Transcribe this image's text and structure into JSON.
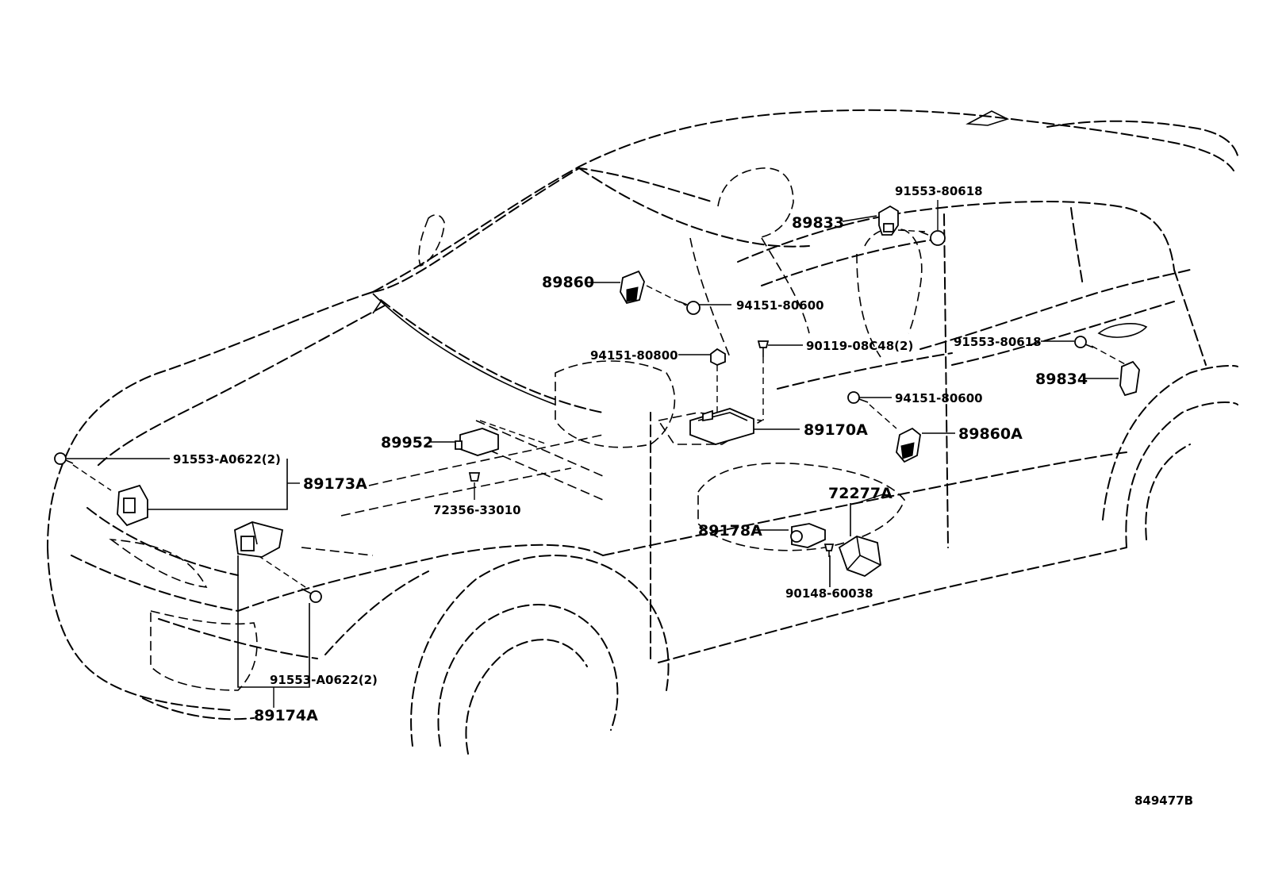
{
  "labels": {
    "p89833": "89833",
    "p91553_80618_top": "91553-80618",
    "p89860": "89860",
    "p94151_80600_a": "94151-80600",
    "p94151_80800": "94151-80800",
    "p90119": "90119-08C48(2)",
    "p91553_80618_right": "91553-80618",
    "p89834": "89834",
    "p94151_80600_b": "94151-80600",
    "p89952": "89952",
    "p89170A": "89170A",
    "p89860A": "89860A",
    "p91553_A0622_a": "91553-A0622(2)",
    "p89173A": "89173A",
    "p72277A": "72277A",
    "p72356": "72356-33010",
    "p89178A": "89178A",
    "p90148": "90148-60038",
    "p91553_A0622_b": "91553-A0622(2)",
    "p89174A": "89174A"
  },
  "figure_ref": "849477B"
}
